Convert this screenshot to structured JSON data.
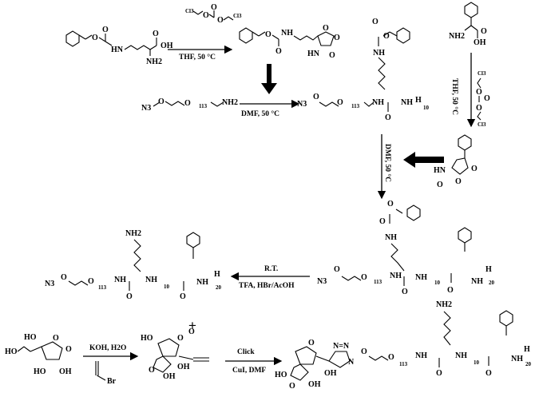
{
  "reagents": {
    "triphosgene_a": [
      "Cl3",
      "Cl3"
    ],
    "triphosgene_b": [
      "Cl3",
      "Cl3"
    ],
    "propargyl_bromide": "Br"
  },
  "arrows": {
    "a1": [
      "THF, 50 °C"
    ],
    "a2": [
      "DMF, 50 °C"
    ],
    "a3": [
      "THF, 50 °C"
    ],
    "a4": [
      "DMF, 50 °C"
    ],
    "a5": [
      "R.T.",
      "TFA, HBr/AcOH"
    ],
    "a6": [
      "KOH, H2O"
    ],
    "a7": [
      "Click",
      "CuI, DMF"
    ]
  },
  "labels": {
    "oh": "OH",
    "nh2": "NH2",
    "nh": "NH",
    "hn": "HN",
    "o": "O",
    "n3": "N3",
    "h": "H",
    "n113": "113",
    "n10": "10",
    "n20": "20",
    "plus": "+",
    "ho": "HO",
    "triazole": "N=N",
    "n_link": "N"
  }
}
